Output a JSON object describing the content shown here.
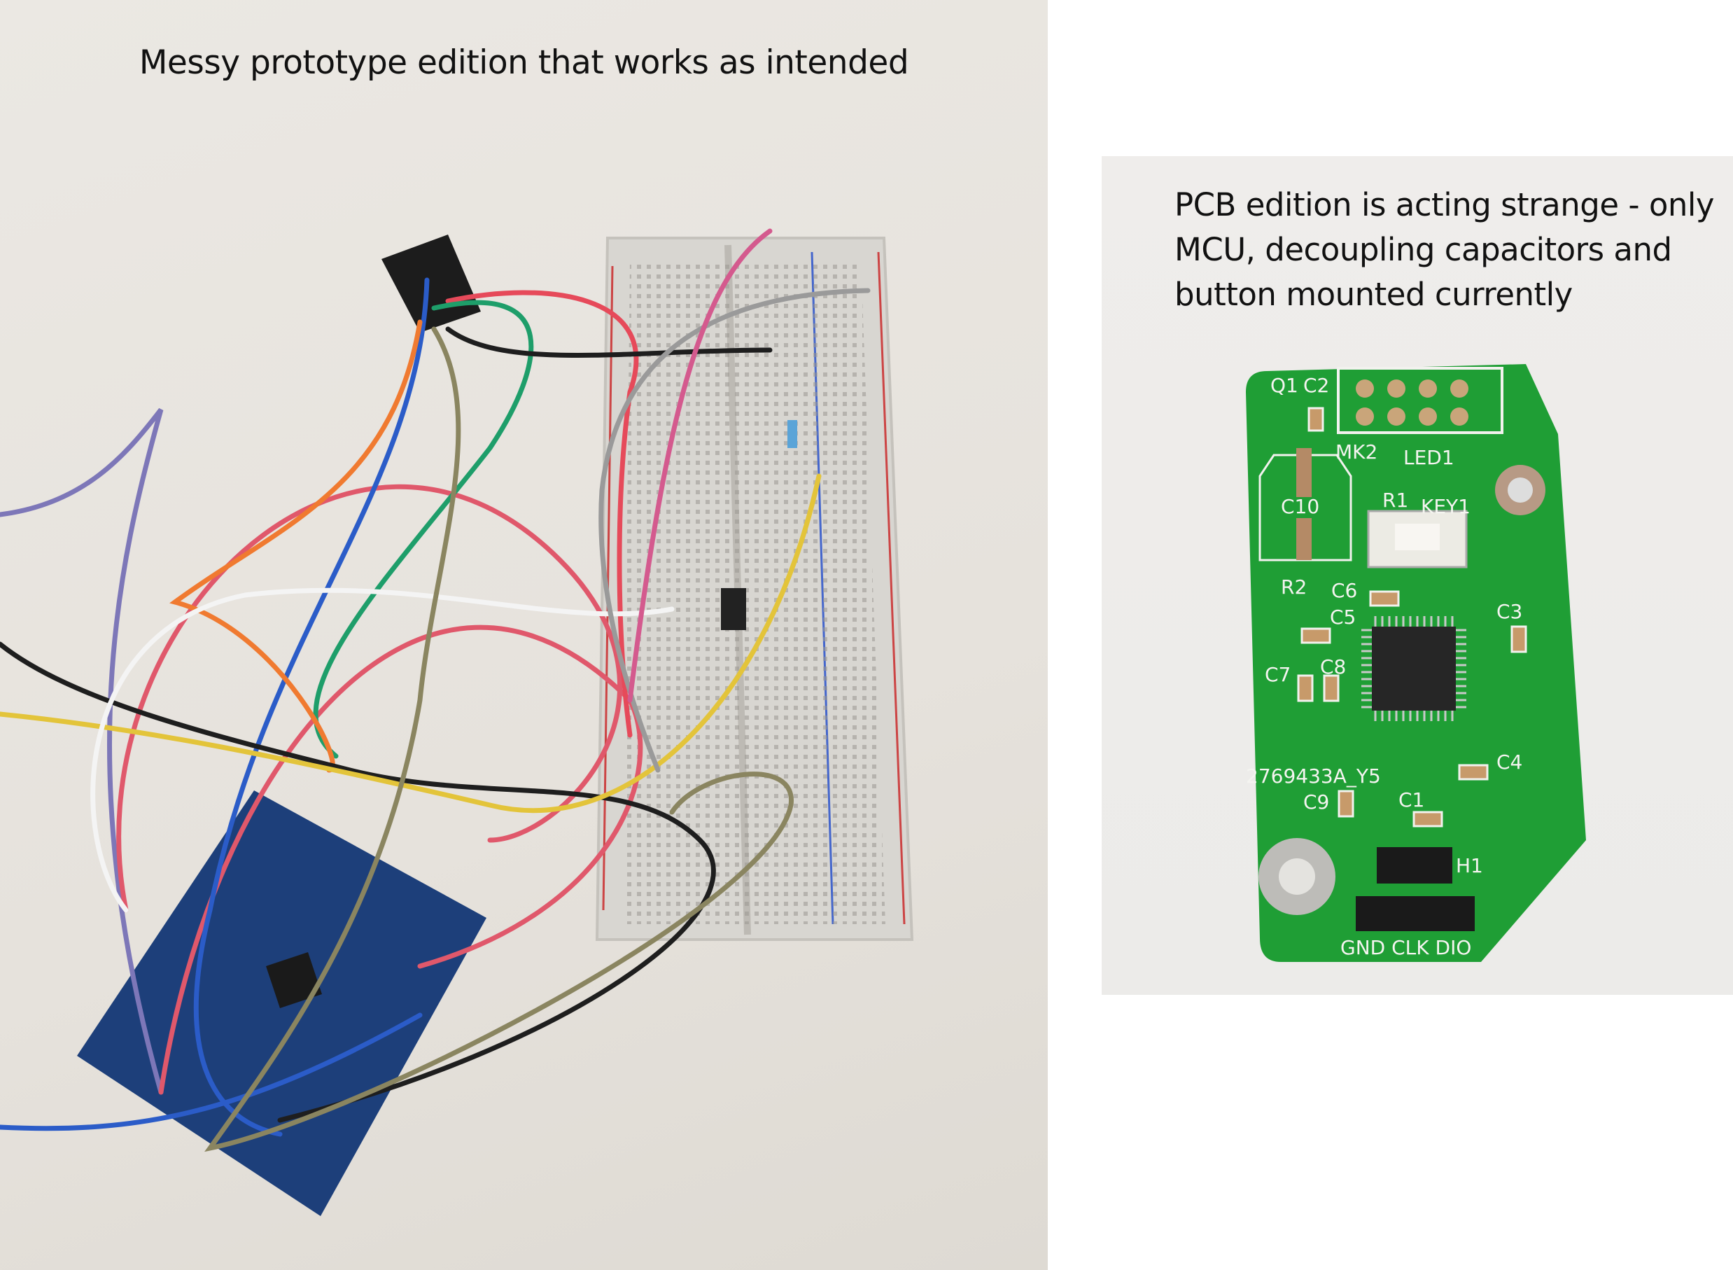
{
  "left_panel": {
    "caption": "Messy prototype edition that works as intended"
  },
  "right_panel": {
    "caption_lines": [
      "PCB edition is acting strange - only",
      "MCU, decoupling capacitors and",
      "button mounted currently"
    ],
    "pcb_silkscreen": {
      "q1": "Q1",
      "c2": "C2",
      "mk2": "MK2",
      "led1": "LED1",
      "r1": "R1",
      "key1": "KEY1",
      "c10": "C10",
      "r2": "R2",
      "c6": "C6",
      "c5": "C5",
      "c3": "C3",
      "c7": "C7",
      "c8": "C8",
      "c4": "C4",
      "board_id": "2769433A_Y5",
      "c9": "C9",
      "c1": "C1",
      "h1": "H1",
      "pins": "GND CLK DIO"
    }
  },
  "colors": {
    "pcb_green": "#1f9e35",
    "breadboard": "#d9d7d2",
    "adapter_board": "#1d3f7a"
  }
}
